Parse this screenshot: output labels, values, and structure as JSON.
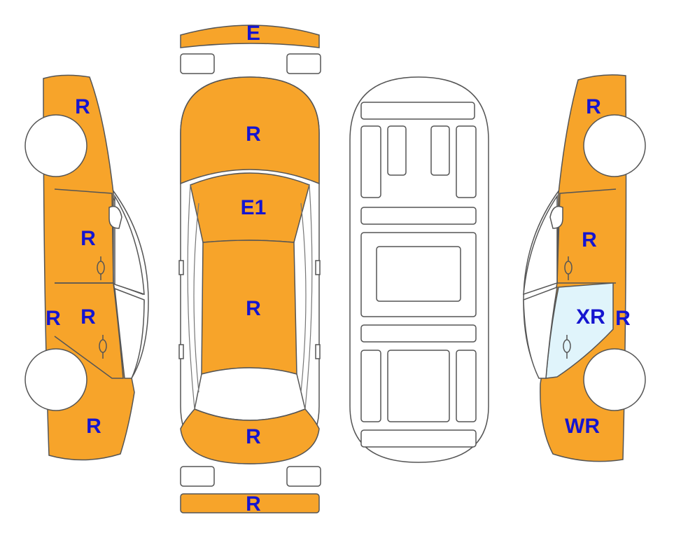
{
  "colors": {
    "damage": "#f7a42a",
    "glass_marked": "#e0f4fb",
    "outline": "#555555",
    "label": "#1515d0",
    "tire": "#ffffff"
  },
  "labels": {
    "front_bumper": "E",
    "hood": "R",
    "windshield": "E1",
    "roof": "R",
    "trunk": "R",
    "rear_bumper": "R",
    "left_front_fender": "R",
    "left_front_door": "R",
    "left_rear_door": "R",
    "left_rocker": "R",
    "left_rear_quarter": "R",
    "right_front_fender": "R",
    "right_front_door": "R",
    "right_rear_glass": "XR",
    "right_rocker": "R",
    "right_rear_quarter": "WR"
  }
}
